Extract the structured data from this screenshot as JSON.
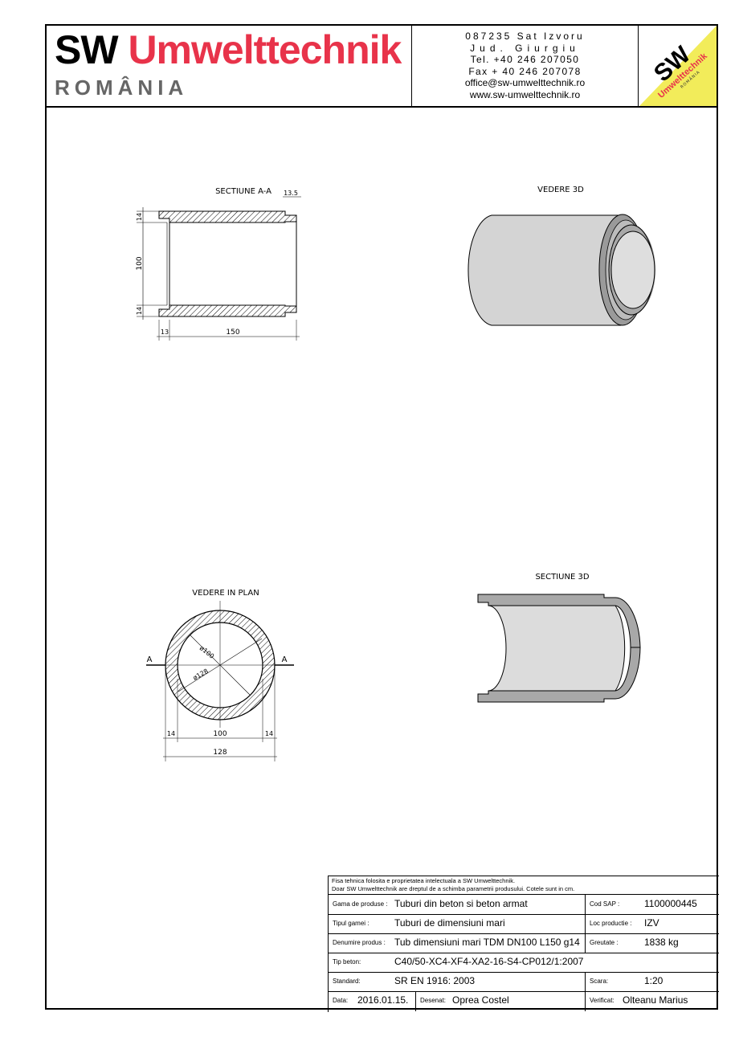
{
  "header": {
    "brand_sw": "SW",
    "brand_umwelt": "Umwelttechnik",
    "country": "ROMÂNIA",
    "contact": {
      "line1": "087235 Sat Izvoru",
      "line2": "Jud. Giurgiu",
      "phone": "Tel. +40 246 207050",
      "fax": "Fax + 40 246 207078",
      "email": "office@sw-umwelttechnik.ro",
      "web": "www.sw-umwelttechnik.ro"
    },
    "badge": {
      "sw": "SW",
      "name": "Umwelttechnik",
      "country": "ROMÂNIA"
    }
  },
  "drawings": {
    "section_aa": {
      "title": "SECTIUNE   A-A",
      "dims": {
        "top_right": "13.5",
        "wall_top": "14",
        "inner": "100",
        "wall_bottom": "14",
        "socket": "13",
        "length": "150"
      }
    },
    "view_3d": {
      "title": "VEDERE 3D"
    },
    "plan": {
      "title": "VEDERE IN PLAN",
      "dims": {
        "d_inner": "ø100",
        "d_outer": "ø128",
        "left_wall": "14",
        "inner": "100",
        "right_wall": "14",
        "outer": "128"
      },
      "cut_label": "A"
    },
    "section_3d": {
      "title": "SECTIUNE 3D"
    }
  },
  "titleblock": {
    "note1": "Fisa tehnica folosita e proprietatea intelectuala a SW Umwelttechnik.",
    "note2": "Doar SW Umwelttechnik are dreptul de a schimba parametrii produsului. Cotele sunt in cm.",
    "gama_label": "Gama de produse :",
    "gama_value": "Tuburi din beton si beton armat",
    "sap_label": "Cod SAP :",
    "sap_value": "1100000445",
    "tip_label": "Tipul gamei :",
    "tip_value": "Tuburi de dimensiuni mari",
    "loc_label": "Loc productie :",
    "loc_value": "IZV",
    "den_label": "Denumire produs :",
    "den_value": "Tub dimensiuni mari TDM DN100 L150 g14",
    "greut_label": "Greutate :",
    "greut_value": "1838 kg",
    "beton_label": "Tip beton:",
    "beton_value": "C40/50-XC4-XF4-XA2-16-S4-CP012/1:2007",
    "std_label": "Standard:",
    "std_value": "SR EN 1916: 2003",
    "scara_label": "Scara:",
    "scara_value": "1:20",
    "data_label": "Data:",
    "data_value": "2016.01.15.",
    "desenat_label": "Desenat:",
    "desenat_value": "Oprea Costel",
    "verificat_label": "Verificat:",
    "verificat_value": "Olteanu Marius"
  }
}
